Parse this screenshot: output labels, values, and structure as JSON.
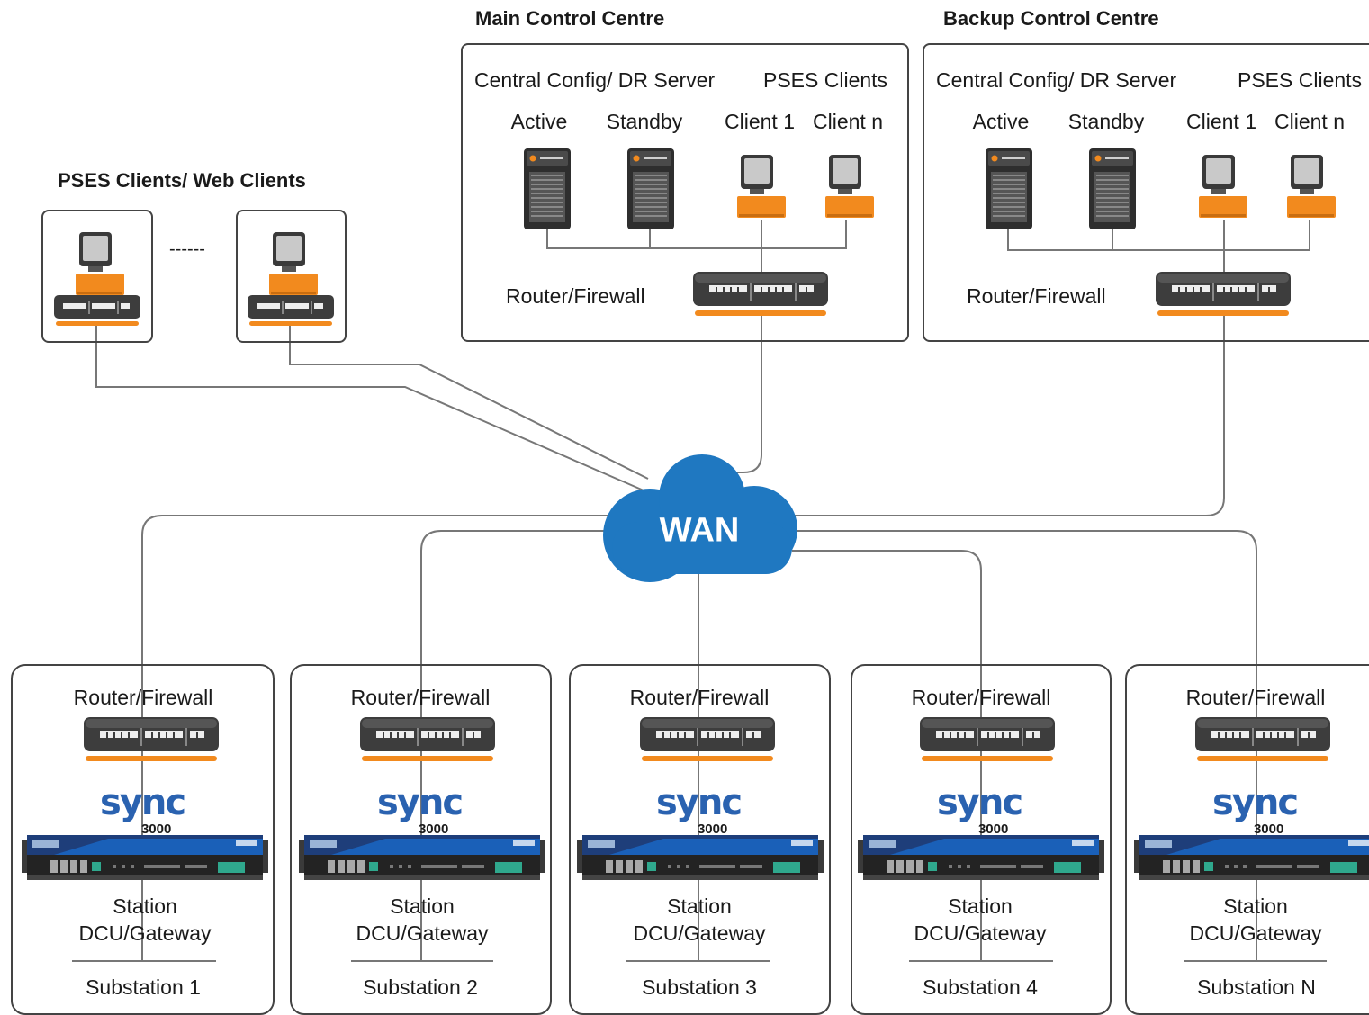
{
  "main_centre": {
    "title": "Main Control Centre",
    "server_group": "Central Config/ DR Server",
    "client_group": "PSES Clients",
    "active": "Active",
    "standby": "Standby",
    "client_1": "Client 1",
    "client_n": "Client n",
    "router": "Router/Firewall"
  },
  "backup_centre": {
    "title": "Backup Control Centre",
    "server_group": "Central Config/ DR Server",
    "client_group": "PSES Clients",
    "active": "Active",
    "standby": "Standby",
    "client_1": "Client 1",
    "client_n": "Client n",
    "router": "Router/Firewall"
  },
  "web_clients": {
    "title": "PSES Clients/ Web Clients",
    "ellipsis": "------"
  },
  "wan": {
    "label": "WAN"
  },
  "substations": [
    {
      "router": "Router/Firewall",
      "product": "sync",
      "model": "3000",
      "device_line1": "Station",
      "device_line2": "DCU/Gateway",
      "name": "Substation 1"
    },
    {
      "router": "Router/Firewall",
      "product": "sync",
      "model": "3000",
      "device_line1": "Station",
      "device_line2": "DCU/Gateway",
      "name": "Substation 2"
    },
    {
      "router": "Router/Firewall",
      "product": "sync",
      "model": "3000",
      "device_line1": "Station",
      "device_line2": "DCU/Gateway",
      "name": "Substation 3"
    },
    {
      "router": "Router/Firewall",
      "product": "sync",
      "model": "3000",
      "device_line1": "Station",
      "device_line2": "DCU/Gateway",
      "name": "Substation 4"
    },
    {
      "router": "Router/Firewall",
      "product": "sync",
      "model": "3000",
      "device_line1": "Station",
      "device_line2": "DCU/Gateway",
      "name": "Substation N"
    }
  ],
  "colors": {
    "wan_cloud": "#1f78c1",
    "accent_orange": "#f28a1e",
    "device_dark": "#3a3a3a",
    "sync_blue": "#2a62b0",
    "link_line": "#777777"
  },
  "icons": [
    "server-icon",
    "workstation-icon",
    "router-firewall-icon",
    "cloud-icon",
    "sync-3000-logo",
    "dcu-gateway-icon"
  ]
}
